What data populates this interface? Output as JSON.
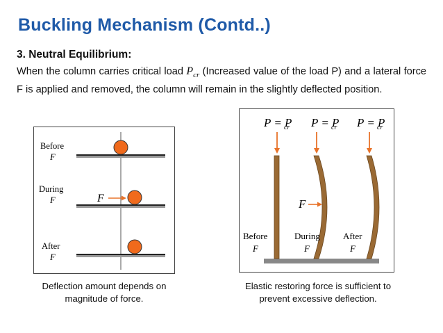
{
  "slide": {
    "title": "Buckling Mechanism (Contd..)",
    "subhead": "3.  Neutral Equilibrium:",
    "para_before": "When the column carries critical load ",
    "pcr_symbol": "P",
    "pcr_subscript": "cr",
    "para_after": " (Increased value of the load P) and a lateral force F is applied and removed, the column will remain in the slightly deflected position."
  },
  "left_figure": {
    "states": [
      {
        "line1": "Before",
        "line2": "F"
      },
      {
        "line1": "During",
        "line2": "F"
      },
      {
        "line1": "After",
        "line2": "F"
      }
    ],
    "force_label": "F",
    "caption": "Deflection amount depends on magnitude of force."
  },
  "right_figure": {
    "load_label": "P = P",
    "load_sub": "cr",
    "force_label": "F",
    "states": [
      {
        "line1": "Before",
        "line2": "F"
      },
      {
        "line1": "During",
        "line2": "F"
      },
      {
        "line1": "After",
        "line2": "F"
      }
    ],
    "caption": "Elastic restoring force is sufficient to prevent excessive deflection."
  },
  "colors": {
    "title": "#1f5aa8",
    "ball": "#f06a1c",
    "column": "#9a6a34",
    "arrow": "#e8732a"
  }
}
